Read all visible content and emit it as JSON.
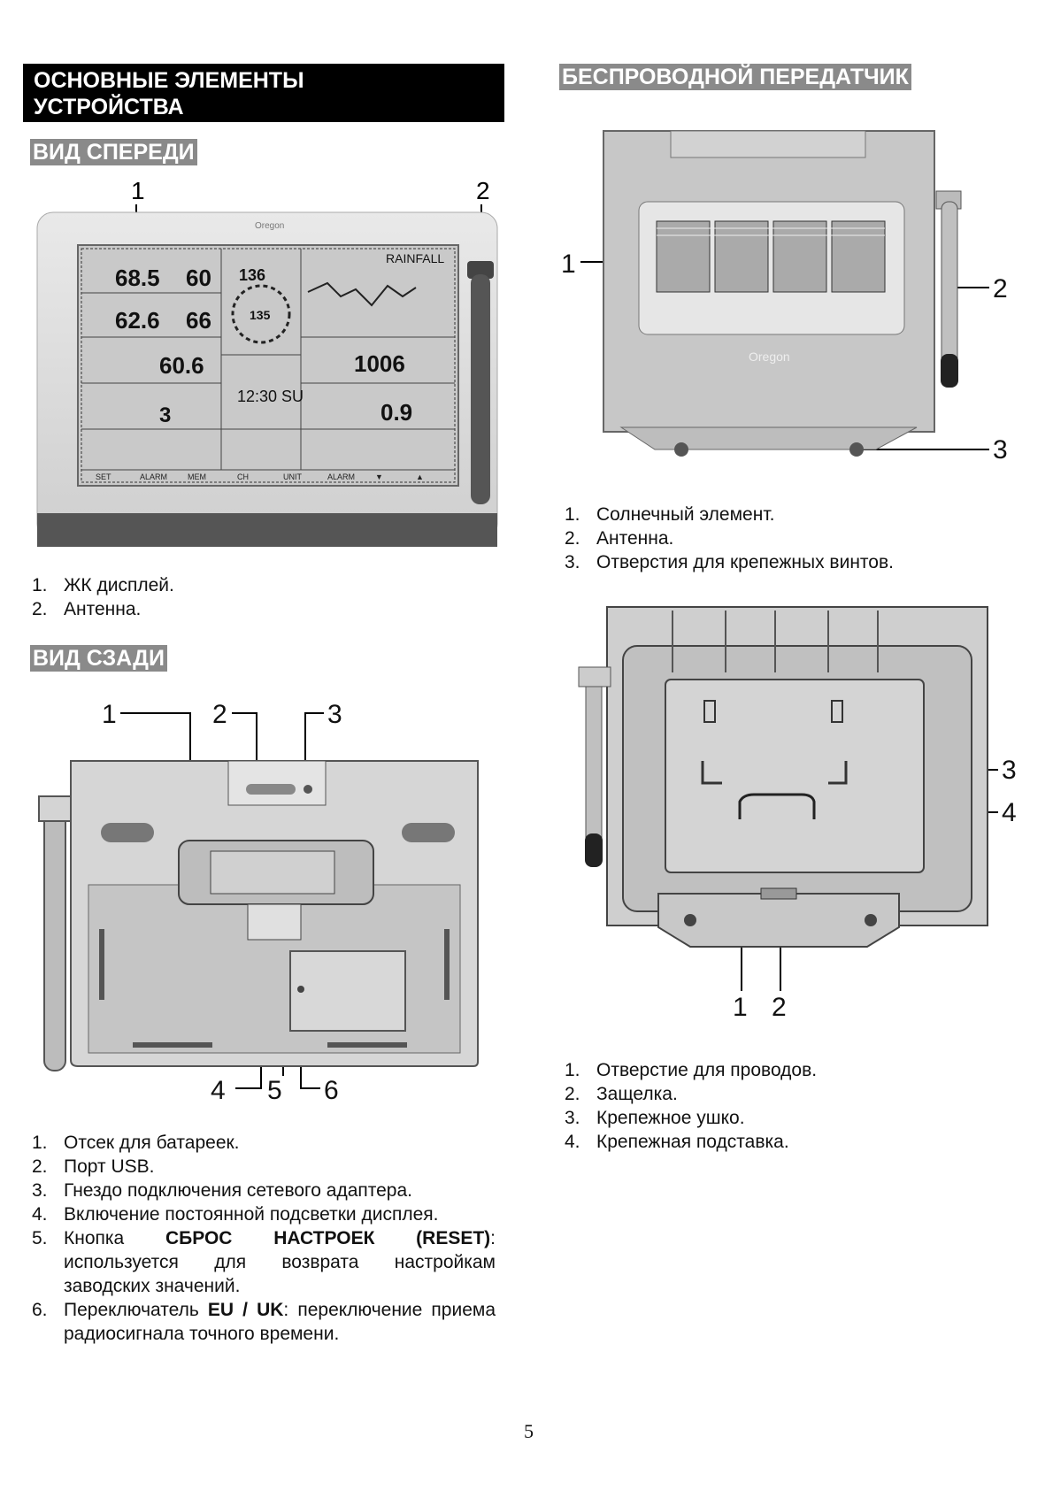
{
  "left": {
    "main_heading_line1": "ОСНОВНЫЕ ЭЛЕМЕНТЫ",
    "main_heading_line2": "УСТРОЙСТВА",
    "front_view": {
      "heading": "ВИД СПЕРЕДИ",
      "callouts": [
        "1",
        "2"
      ],
      "display": {
        "brand": "Oregon",
        "temp_ch1": "68.5",
        "hum_ch1": "60",
        "temp_ch2": "62.6",
        "hum_ch2": "66",
        "temp_ch3": "60.6",
        "uv": "3",
        "wind_top": "136",
        "wind_center": "135",
        "rainfall_label": "RAINFALL",
        "pressure": "1006",
        "clock": "12:30 SU",
        "rain_value": "0.9",
        "buttons": [
          "SET",
          "ALARM",
          "MEM",
          "CH",
          "UNIT",
          "ALARM",
          "▼",
          "▲"
        ]
      },
      "items": [
        {
          "num": "1.",
          "text": "ЖК дисплей."
        },
        {
          "num": "2.",
          "text": "Антенна."
        }
      ]
    },
    "back_view": {
      "heading": "ВИД СЗАДИ",
      "callouts": [
        "1",
        "2",
        "3",
        "4",
        "5",
        "6"
      ],
      "items": [
        {
          "num": "1.",
          "text": "Отсек для батареек."
        },
        {
          "num": "2.",
          "text": "Порт USB."
        },
        {
          "num": "3.",
          "text": "Гнездо подключения сетевого адаптера."
        },
        {
          "num": "4.",
          "text": "Включение постоянной подсветки дисплея."
        },
        {
          "num": "5.",
          "pre": "Кнопка ",
          "bold": "СБРОС НАСТРОЕК (RESET)",
          "post": ": используется для возврата настройкам заводских значений."
        },
        {
          "num": "6.",
          "pre": "Переключатель ",
          "bold": "EU / UK",
          "post": ": переключение приема радиосигнала точного времени."
        }
      ]
    }
  },
  "right": {
    "transmitter": {
      "heading": "БЕСПРОВОДНОЙ ПЕРЕДАТЧИК",
      "front_callouts": [
        "1",
        "2",
        "3"
      ],
      "brand": "Oregon",
      "front_items": [
        {
          "num": "1.",
          "text": "Солнечный элемент."
        },
        {
          "num": "2.",
          "text": "Антенна."
        },
        {
          "num": "3.",
          "text": "Отверстия для крепежных винтов."
        }
      ],
      "back_callouts": [
        "3",
        "4",
        "1",
        "2"
      ],
      "back_items": [
        {
          "num": "1.",
          "text": "Отверстие для проводов."
        },
        {
          "num": "2.",
          "text": "Защелка."
        },
        {
          "num": "3.",
          "text": "Крепежное ушко."
        },
        {
          "num": "4.",
          "text": "Крепежная подставка."
        }
      ]
    }
  },
  "page_number": "5"
}
